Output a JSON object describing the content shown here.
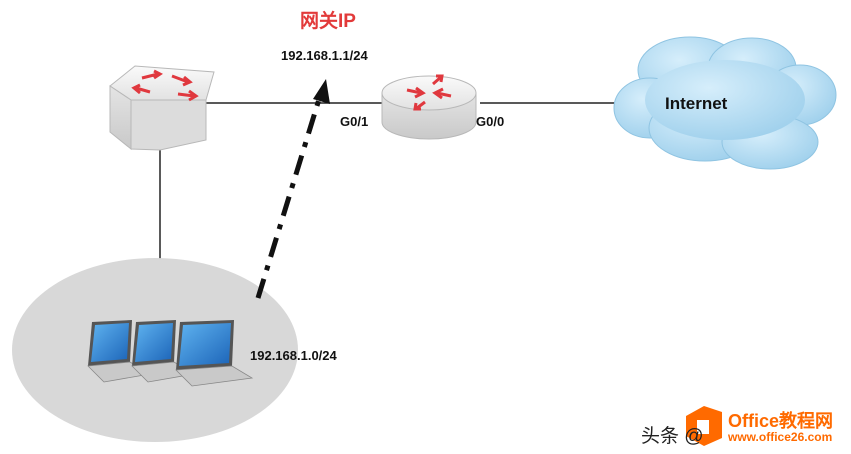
{
  "diagram": {
    "gateway_title": "网关IP",
    "gateway_ip": "192.168.1.1/24",
    "router_port_left": "G0/1",
    "router_port_right": "G0/0",
    "cloud_label": "Internet",
    "lan_subnet": "192.168.1.0/24"
  },
  "watermark": {
    "prefix": "头条 @",
    "brand": "Office教程网",
    "url": "www.office26.com"
  },
  "colors": {
    "gateway_title": "#e23a3a",
    "cloud": "#a9d6ee",
    "device": "#e6e6e6",
    "device_arrow": "#e0383e",
    "lan_ellipse": "#d8d8d8",
    "watermark_brand": "#ff6a00"
  }
}
